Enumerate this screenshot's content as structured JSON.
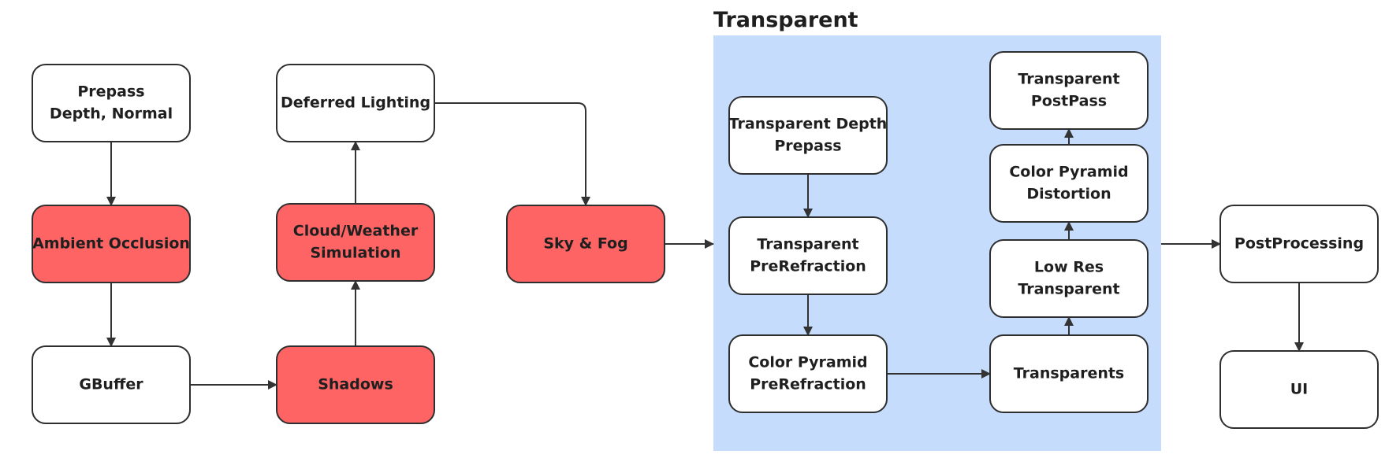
{
  "colors": {
    "highlight_fill": "#ff6464",
    "default_fill": "#ffffff",
    "group_fill": "#c6dcfd",
    "stroke": "#2e2e2e"
  },
  "group": {
    "title": "Transparent"
  },
  "nodes": [
    {
      "id": "prepass",
      "lines": [
        "Prepass",
        "Depth, Normal"
      ],
      "highlight": false
    },
    {
      "id": "ambient-occlusion",
      "lines": [
        "Ambient Occlusion"
      ],
      "highlight": true
    },
    {
      "id": "gbuffer",
      "lines": [
        "GBuffer"
      ],
      "highlight": false
    },
    {
      "id": "shadows",
      "lines": [
        "Shadows"
      ],
      "highlight": true
    },
    {
      "id": "cloud-weather",
      "lines": [
        "Cloud/Weather",
        "Simulation"
      ],
      "highlight": true
    },
    {
      "id": "deferred-lighting",
      "lines": [
        "Deferred Lighting"
      ],
      "highlight": false
    },
    {
      "id": "sky-fog",
      "lines": [
        "Sky & Fog"
      ],
      "highlight": true
    },
    {
      "id": "transparent-depth-prepass",
      "lines": [
        "Transparent Depth",
        "Prepass"
      ],
      "highlight": false
    },
    {
      "id": "transparent-prerefraction",
      "lines": [
        "Transparent",
        "PreRefraction"
      ],
      "highlight": false
    },
    {
      "id": "color-pyramid-prerefraction",
      "lines": [
        "Color Pyramid",
        "PreRefraction"
      ],
      "highlight": false
    },
    {
      "id": "transparents",
      "lines": [
        "Transparents"
      ],
      "highlight": false
    },
    {
      "id": "low-res-transparent",
      "lines": [
        "Low Res",
        "Transparent"
      ],
      "highlight": false
    },
    {
      "id": "color-pyramid-distortion",
      "lines": [
        "Color Pyramid",
        "Distortion"
      ],
      "highlight": false
    },
    {
      "id": "transparent-postpass",
      "lines": [
        "Transparent",
        "PostPass"
      ],
      "highlight": false
    },
    {
      "id": "postprocessing",
      "lines": [
        "PostProcessing"
      ],
      "highlight": false
    },
    {
      "id": "ui",
      "lines": [
        "UI"
      ],
      "highlight": false
    }
  ],
  "edges": [
    {
      "from": "prepass",
      "to": "ambient-occlusion"
    },
    {
      "from": "ambient-occlusion",
      "to": "gbuffer"
    },
    {
      "from": "gbuffer",
      "to": "shadows"
    },
    {
      "from": "shadows",
      "to": "cloud-weather"
    },
    {
      "from": "cloud-weather",
      "to": "deferred-lighting"
    },
    {
      "from": "deferred-lighting",
      "to": "sky-fog"
    },
    {
      "from": "sky-fog",
      "to": "transparent-group"
    },
    {
      "from": "transparent-depth-prepass",
      "to": "transparent-prerefraction"
    },
    {
      "from": "transparent-prerefraction",
      "to": "color-pyramid-prerefraction"
    },
    {
      "from": "color-pyramid-prerefraction",
      "to": "transparents"
    },
    {
      "from": "transparents",
      "to": "low-res-transparent"
    },
    {
      "from": "low-res-transparent",
      "to": "color-pyramid-distortion"
    },
    {
      "from": "color-pyramid-distortion",
      "to": "transparent-postpass"
    },
    {
      "from": "transparent-group",
      "to": "postprocessing"
    },
    {
      "from": "postprocessing",
      "to": "ui"
    }
  ]
}
